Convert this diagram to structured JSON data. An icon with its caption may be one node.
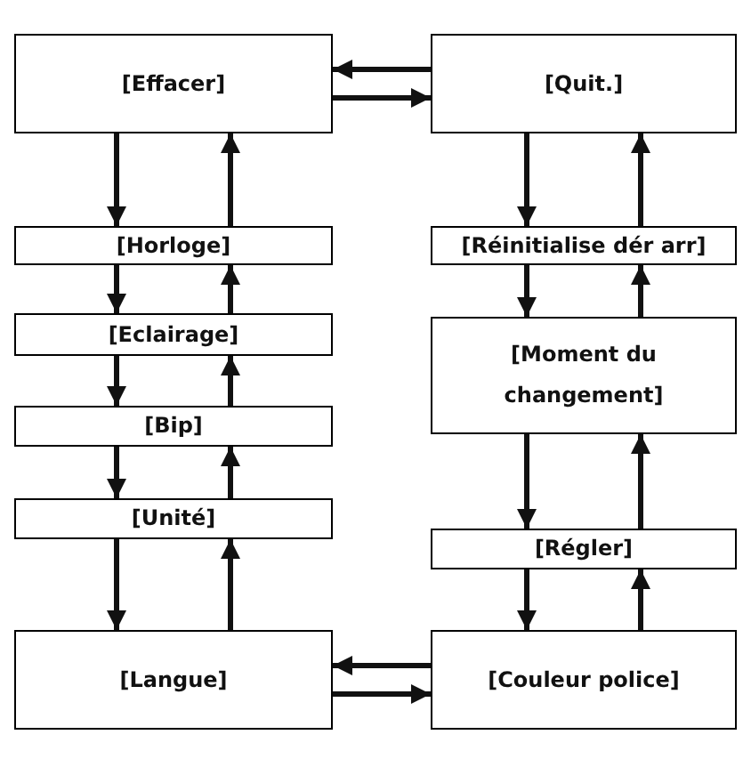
{
  "diagram": {
    "nodes": [
      {
        "text": [
          "[Effacer]"
        ]
      },
      {
        "text": [
          "[Quit.]"
        ]
      },
      {
        "text": [
          "[Horloge]"
        ]
      },
      {
        "text": [
          "[Réinitialise dér arr]"
        ]
      },
      {
        "text": [
          "[Eclairage]"
        ]
      },
      {
        "text": [
          "[Moment du changement]"
        ]
      },
      {
        "text": [
          "[Bip]"
        ]
      },
      {
        "text": [
          "[Régler]"
        ]
      },
      {
        "text": [
          "[Unité]"
        ]
      },
      {
        "text": [
          "[Langue]"
        ]
      },
      {
        "text": [
          "[Couleur police]"
        ]
      }
    ],
    "edges": [
      {
        "from": 1,
        "to": 0,
        "arrow": "to"
      },
      {
        "from": 0,
        "to": 1,
        "arrow": "to"
      },
      {
        "from": 0,
        "to": 2,
        "arrow": "to"
      },
      {
        "from": 2,
        "to": 0,
        "arrow": "to"
      },
      {
        "from": 1,
        "to": 3,
        "arrow": "to"
      },
      {
        "from": 3,
        "to": 1,
        "arrow": "to"
      },
      {
        "from": 2,
        "to": 4,
        "arrow": "to"
      },
      {
        "from": 4,
        "to": 2,
        "arrow": "to"
      },
      {
        "from": 3,
        "to": 5,
        "arrow": "to"
      },
      {
        "from": 5,
        "to": 3,
        "arrow": "to"
      },
      {
        "from": 4,
        "to": 6,
        "arrow": "to"
      },
      {
        "from": 6,
        "to": 4,
        "arrow": "to"
      },
      {
        "from": 5,
        "to": 7,
        "arrow": "to"
      },
      {
        "from": 7,
        "to": 5,
        "arrow": "to"
      },
      {
        "from": 6,
        "to": 8,
        "arrow": "to"
      },
      {
        "from": 8,
        "to": 6,
        "arrow": "to"
      },
      {
        "from": 8,
        "to": 9,
        "arrow": "to"
      },
      {
        "from": 9,
        "to": 8,
        "arrow": "to"
      },
      {
        "from": 7,
        "to": 10,
        "arrow": "to"
      },
      {
        "from": 10,
        "to": 7,
        "arrow": "to"
      },
      {
        "from": 10,
        "to": 9,
        "arrow": "to"
      },
      {
        "from": 9,
        "to": 10,
        "arrow": "to"
      }
    ]
  }
}
